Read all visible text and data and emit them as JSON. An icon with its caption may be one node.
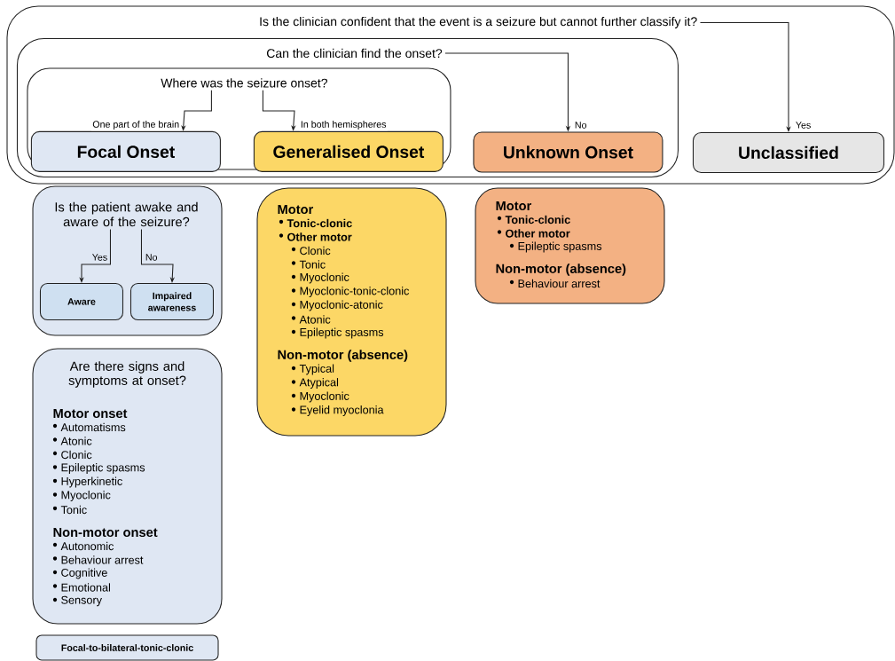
{
  "diagram": {
    "nodes": [
      {
        "text": [],
        "shape": "box"
      },
      {
        "text": [
          "Is the clinician confident that the event is a seizure but cannot further classify it?"
        ],
        "in": 0
      },
      {
        "text": [],
        "shape": "box",
        "in": 0
      },
      {
        "text": [
          "Can the clinician find the onset?"
        ],
        "in": 2
      },
      {
        "text": [],
        "shape": "box",
        "in": 2
      },
      {
        "text": [
          "Where was the seizure onset?"
        ],
        "in": 4
      },
      {
        "text": [
          "Focal Onset"
        ],
        "in": 4
      },
      {
        "text": [
          "Generalised Onset"
        ],
        "in": 4
      },
      {
        "text": [
          "Unknown Onset"
        ],
        "in": 2
      },
      {
        "text": [
          "Unclassified"
        ],
        "in": 0
      },
      {
        "text": [],
        "shape": "box"
      },
      {
        "text": [
          "Is the patient awake and aware of the seizure?"
        ],
        "in": 10
      },
      {
        "text": [
          "Aware"
        ],
        "in": 10
      },
      {
        "text": [
          "Impaired awareness"
        ],
        "in": 10
      },
      {
        "text": [
          "Are there signs and symptoms at onset?",
          "Motor onset",
          "Automatisms",
          "Atonic",
          "Clonic",
          "Epileptic spasms",
          "Hyperkinetic",
          "Myoclonic",
          "Tonic",
          "Non-motor onset",
          "Autonomic",
          "Behaviour arrest",
          "Cognitive",
          "Emotional",
          "Sensory"
        ]
      },
      {
        "text": [
          "Motor",
          "Tonic-clonic",
          "Other motor",
          "Clonic",
          "Tonic",
          "Myoclonic",
          "Myoclonic-tonic-clonic",
          "Myoclonic-atonic",
          "Atonic",
          "Epileptic spasms",
          "Non-motor (absence)",
          "Typical",
          "Atypical",
          "Myoclonic",
          "Eyelid myoclonia"
        ]
      },
      {
        "text": [
          "Motor",
          "Tonic-clonic",
          "Other motor",
          "Epileptic spasms",
          "Non-motor (absence)",
          "Behaviour arrest"
        ]
      },
      {
        "text": [
          "Focal-to-bilateral-tonic-clonic"
        ]
      }
    ],
    "edges": [
      {
        "from": 1,
        "to": 9,
        "arrow": "to",
        "label": "Yes"
      },
      {
        "from": 3,
        "to": 8,
        "arrow": "to",
        "label": "No"
      },
      {
        "from": 5,
        "to": 6,
        "arrow": "to",
        "label": "One part of the brain"
      },
      {
        "from": 5,
        "to": 7,
        "arrow": "to",
        "label": "In both hemispheres"
      },
      {
        "from": 11,
        "to": 12,
        "arrow": "to",
        "label": "Yes"
      },
      {
        "from": 11,
        "to": 13,
        "arrow": "to",
        "label": "No"
      }
    ]
  }
}
